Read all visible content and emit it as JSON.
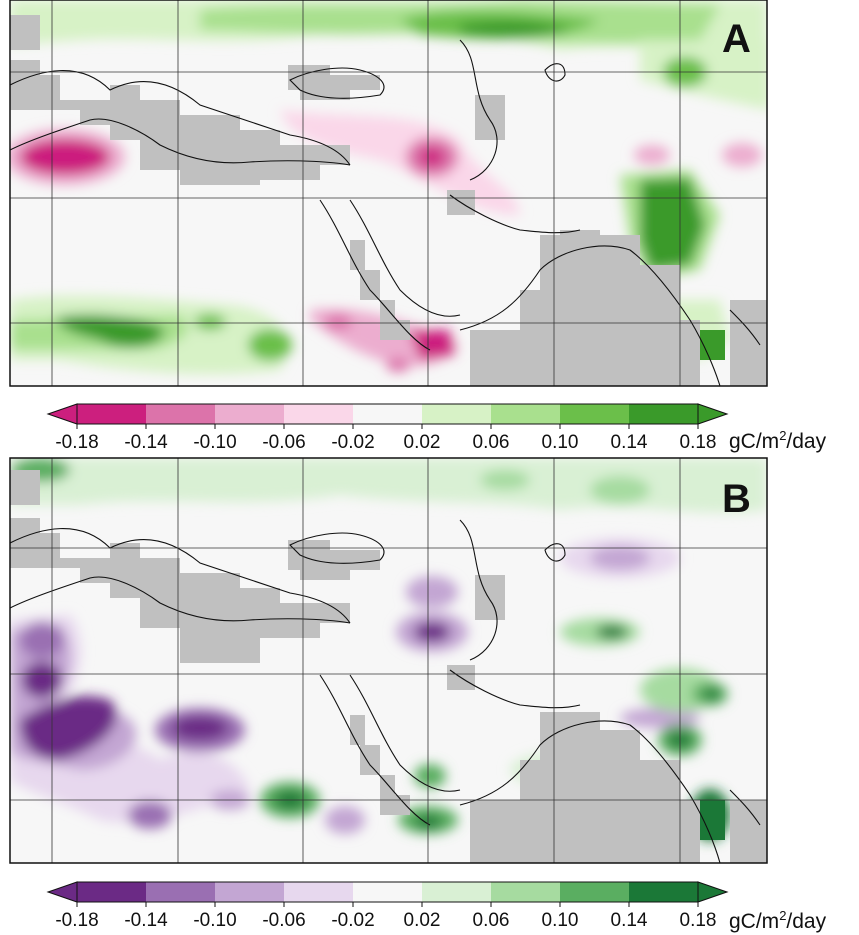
{
  "panels": [
    {
      "letter": "A",
      "colorbar": {
        "ticks": [
          "-0.18",
          "-0.14",
          "-0.10",
          "-0.06",
          "-0.02",
          "0.02",
          "0.06",
          "0.10",
          "0.14",
          "0.18"
        ],
        "unit_prefix": "gC/m",
        "unit_sup": "2",
        "unit_suffix": "/day",
        "colors": [
          "#cc1f7e",
          "#dc73aa",
          "#ecadcf",
          "#fad7e9",
          "#f7f7f7",
          "#d7f2c6",
          "#a9e08e",
          "#6bbf4a",
          "#3a9a2a"
        ],
        "under_color": "#cc1f7e",
        "over_color": "#3a9a2a"
      }
    },
    {
      "letter": "B",
      "colorbar": {
        "ticks": [
          "-0.18",
          "-0.14",
          "-0.10",
          "-0.06",
          "-0.02",
          "0.02",
          "0.06",
          "0.10",
          "0.14",
          "0.18"
        ],
        "unit_prefix": "gC/m",
        "unit_sup": "2",
        "unit_suffix": "/day",
        "colors": [
          "#6b2a85",
          "#9a6fb2",
          "#c3a6d3",
          "#e7d8ee",
          "#f7f7f7",
          "#d9f0d4",
          "#a6dba0",
          "#5aae61",
          "#1b7837"
        ],
        "under_color": "#6b2a85",
        "over_color": "#1b7837"
      }
    }
  ],
  "land_mask_color": "#c0c0c0",
  "ocean_color": "#ffffff"
}
